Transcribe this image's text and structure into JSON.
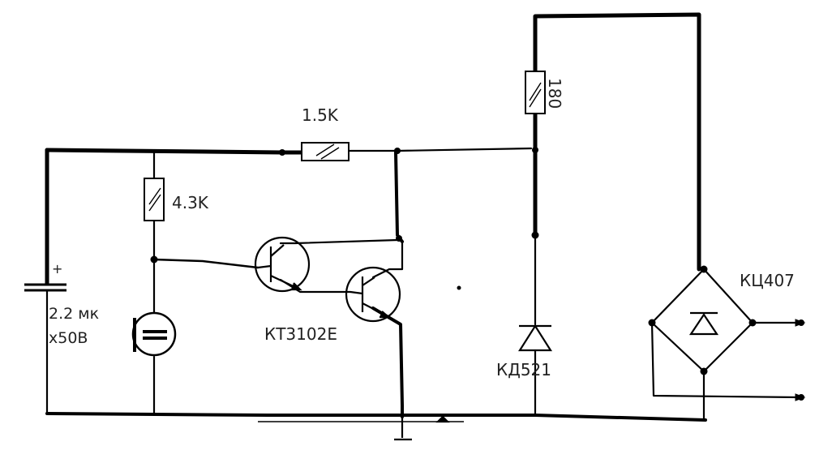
{
  "labels": {
    "r_series": "1.5K",
    "r_bias": "4.3K",
    "r_top": "180",
    "capacitor_value": "2.2 мк",
    "capacitor_voltage": "x50В",
    "capacitor_polarity": "+",
    "transistors": "КТ3102Е",
    "diode": "КД521",
    "bridge": "КЦ407"
  }
}
